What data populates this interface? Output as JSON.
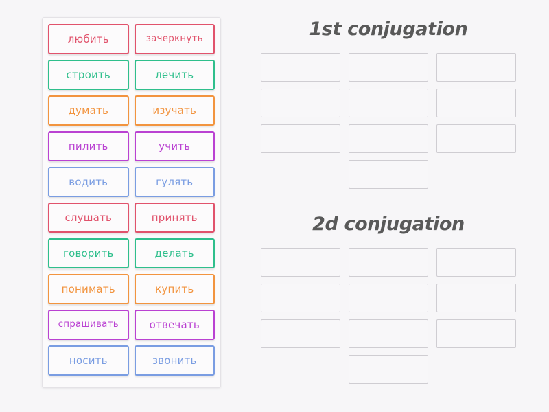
{
  "activity": {
    "type": "group-sort",
    "background_color": "#f7f6f8"
  },
  "palette": {
    "red": "#e1536c",
    "green": "#2fbf8c",
    "orange": "#f2943f",
    "purple": "#ba42d2",
    "blue": "#7a9de2",
    "slot_border": "#cfcdd2",
    "title_color": "#595959"
  },
  "word_tray": {
    "name": "draggable-word-cards",
    "cards": [
      {
        "text": "любить",
        "color": "#e1536c"
      },
      {
        "text": "зачеркнуть",
        "color": "#e1536c"
      },
      {
        "text": "строить",
        "color": "#2fbf8c"
      },
      {
        "text": "лечить",
        "color": "#2fbf8c"
      },
      {
        "text": "думать",
        "color": "#f2943f"
      },
      {
        "text": "изучать",
        "color": "#f2943f"
      },
      {
        "text": "пилить",
        "color": "#ba42d2"
      },
      {
        "text": "учить",
        "color": "#ba42d2"
      },
      {
        "text": "водить",
        "color": "#7a9de2"
      },
      {
        "text": "гулять",
        "color": "#7a9de2"
      },
      {
        "text": "слушать",
        "color": "#e1536c"
      },
      {
        "text": "принять",
        "color": "#e1536c"
      },
      {
        "text": "говорить",
        "color": "#2fbf8c"
      },
      {
        "text": "делать",
        "color": "#2fbf8c"
      },
      {
        "text": "понимать",
        "color": "#f2943f"
      },
      {
        "text": "купить",
        "color": "#f2943f"
      },
      {
        "text": "спрашивать",
        "color": "#ba42d2"
      },
      {
        "text": "отвечать",
        "color": "#ba42d2"
      },
      {
        "text": "носить",
        "color": "#7a9de2"
      },
      {
        "text": "звонить",
        "color": "#7a9de2"
      }
    ]
  },
  "groups": [
    {
      "title": "1st conjugation",
      "slot_count": 10,
      "slots": [
        "",
        "",
        "",
        "",
        "",
        "",
        "",
        "",
        "",
        ""
      ]
    },
    {
      "title": "2d conjugation",
      "slot_count": 10,
      "slots": [
        "",
        "",
        "",
        "",
        "",
        "",
        "",
        "",
        "",
        ""
      ]
    }
  ]
}
